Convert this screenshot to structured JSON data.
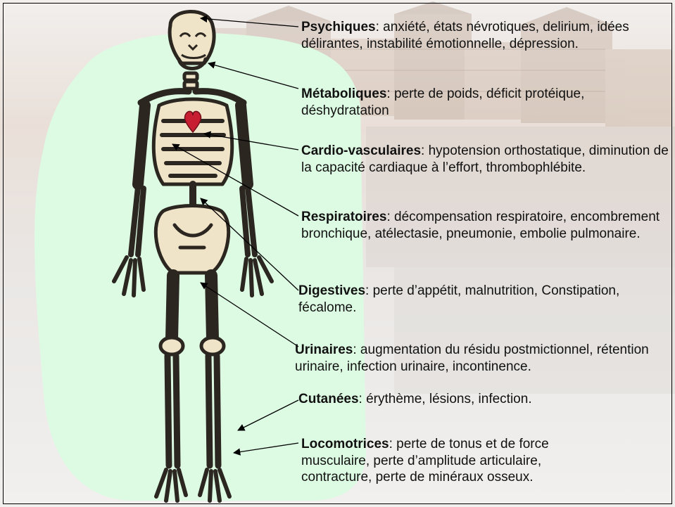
{
  "slide": {
    "entries": [
      {
        "id": "psychiques",
        "heading": "Psychiques",
        "text": ": anxiété, états névrotiques, delirium, idées délirantes, instabilité émotionnelle, dépression."
      },
      {
        "id": "metaboliques",
        "heading": "Métaboliques",
        "text": ": perte de poids, déficit protéique, déshydratation"
      },
      {
        "id": "cardio",
        "heading": "Cardio-vasculaires",
        "text": ": hypotension orthostatique, diminution de la capacité cardiaque à l’effort, thrombophlébite."
      },
      {
        "id": "respiratoires",
        "heading": "Respiratoires",
        "text": ": décompensation respiratoire, encombrement bronchique, atélectasie, pneumonie, embolie pulmonaire."
      },
      {
        "id": "digestives",
        "heading": "Digestives",
        "text": ": perte d’appétit, malnutrition, Constipation, fécalome."
      },
      {
        "id": "urinaires",
        "heading": "Urinaires",
        "text": ": augmentation du résidu postmictionnel, rétention urinaire, infection urinaire, incontinence."
      },
      {
        "id": "cutanees",
        "heading": "Cutanées",
        "text": ": érythème, lésions, infection."
      },
      {
        "id": "locomotrices",
        "heading": "Locomotrices",
        "text": ": perte de tonus et de force musculaire, perte d’amplitude articulaire, contracture, perte de minéraux osseux."
      }
    ]
  },
  "colors": {
    "highlight_blob": "#ddfbe3",
    "bone_fill": "#efe3c8",
    "bone_outline": "#2b2620",
    "heart": "#c81e32",
    "text": "#111111"
  },
  "illustration": {
    "subject": "skeleton-with-heart",
    "background": "faded-city-hospital-photo"
  }
}
